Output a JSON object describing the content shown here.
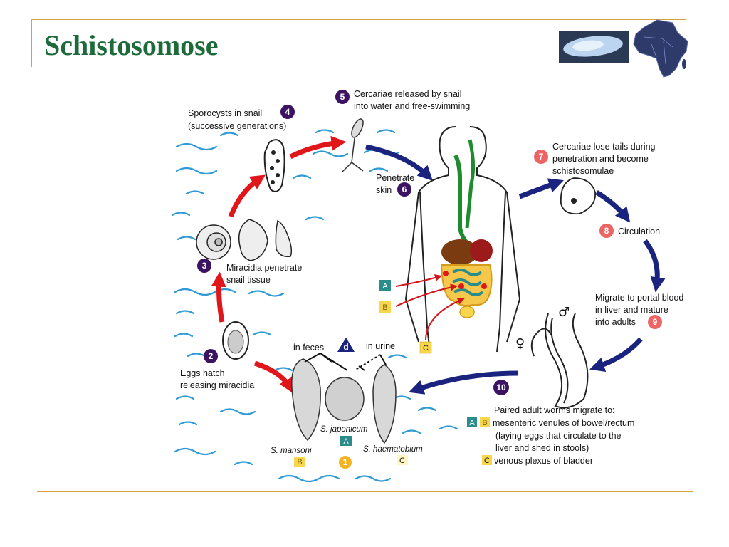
{
  "slide": {
    "title": "Schistosomose"
  },
  "colors": {
    "title": "#1d6b3a",
    "accent_lines": "#d7a23a",
    "water": "#2f9ad6",
    "red_arrow": "#e0161b",
    "blue_arrow": "#1a237e",
    "dark_badge": "#3b1362",
    "pink_badge": "#ec6464",
    "teal_box": "#2b8c8c",
    "yellow_box": "#f6d64d"
  },
  "icons": [
    "trematode-photo",
    "africa-map-icon"
  ],
  "diagram": {
    "steps": {
      "s1": {
        "num": "1"
      },
      "s2": {
        "num": "2",
        "line1": "Eggs hatch",
        "line2": "releasing miracidia"
      },
      "s3": {
        "num": "3",
        "line1": "Miracidia penetrate",
        "line2": "snail tissue"
      },
      "s4": {
        "num": "4",
        "line1": "Sporocysts in snail",
        "line2": "(successive generations)"
      },
      "s5": {
        "num": "5",
        "line1": "Cercariae released by snail",
        "line2": "into water and free-swimming"
      },
      "s6": {
        "num": "6",
        "line1": "Penetrate",
        "line2": "skin"
      },
      "s7": {
        "num": "7",
        "line1": "Cercariae lose tails during",
        "line2": "penetration and become",
        "line3": "schistosomulae"
      },
      "s8": {
        "num": "8",
        "line1": "Circulation"
      },
      "s9": {
        "num": "9",
        "line1": "Migrate to portal blood",
        "line2": "in liver and mature",
        "line3": "into adults"
      },
      "s10": {
        "num": "10",
        "line1": "Paired adult worms migrate to:",
        "line2": "mesenteric venules of bowel/rectum",
        "line3": "(laying eggs that circulate to the",
        "line4": "liver and shed in stools)",
        "line5": "venous plexus of bladder"
      }
    },
    "stage_d": {
      "letter": "d"
    },
    "excretion": {
      "feces": "in feces",
      "urine": "in urine"
    },
    "species": {
      "mansoni": "S. mansoni",
      "japonicum": "S. japonicum",
      "haematobium": "S. haematobium"
    },
    "boxes": {
      "a": "A",
      "b": "B",
      "c": "C"
    },
    "sex_symbols": {
      "female": "♀",
      "male": "♂"
    }
  }
}
